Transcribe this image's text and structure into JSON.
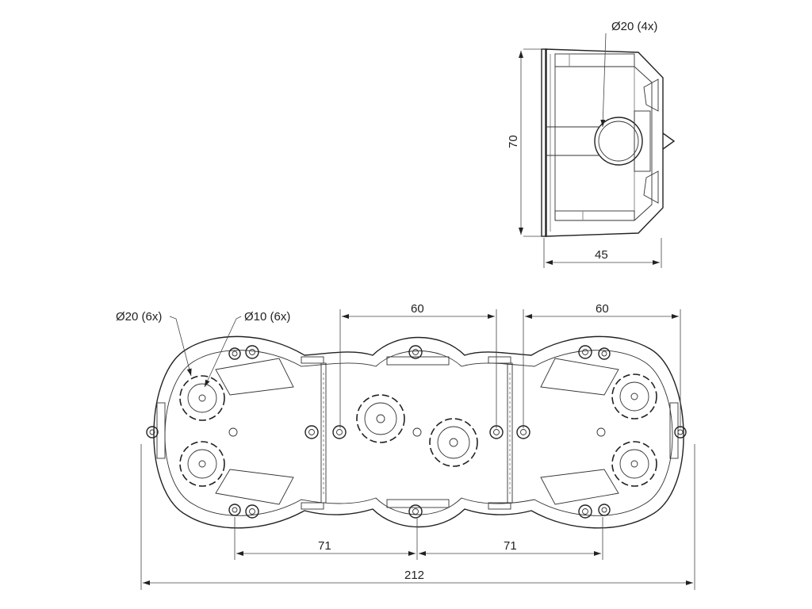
{
  "side_view": {
    "hole_label": "Ø20 (4x)",
    "height_label": "70",
    "depth_label": "45"
  },
  "front_view": {
    "hole20_label": "Ø20 (6x)",
    "hole10_label": "Ø10 (6x)",
    "spacing_left_top": "60",
    "spacing_right_top": "60",
    "pitch_left": "71",
    "pitch_right": "71",
    "overall_width": "212"
  }
}
